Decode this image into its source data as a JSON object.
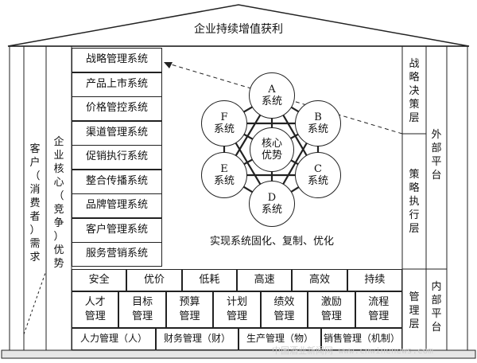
{
  "roof_title": "企业持续增值获利",
  "left_columns": {
    "customer": "客户（消费者）需求",
    "core": "企业核心（竞争）优势"
  },
  "systems": [
    "战略管理系统",
    "产品上市系统",
    "价格管控系统",
    "渠道管理系统",
    "促销执行系统",
    "整合传播系统",
    "品牌管理系统",
    "客户管理系统",
    "服务营销系统"
  ],
  "center": {
    "core_line1": "核心",
    "core_line2": "优势",
    "nodes": {
      "A": [
        "A",
        "系统"
      ],
      "B": [
        "B",
        "系统"
      ],
      "C": [
        "C",
        "系统"
      ],
      "D": [
        "D",
        "系统"
      ],
      "E": [
        "E",
        "系统"
      ],
      "F": [
        "F",
        "系统"
      ]
    },
    "caption": "实现系统固化、复制、优化"
  },
  "right_layers": {
    "strategy_decision": "战略决策层",
    "strategy_execution": "策略执行层",
    "management": "管理层",
    "external_platform": "外部平台",
    "internal_platform": "内部平台"
  },
  "attributes": [
    "安全",
    "优价",
    "低耗",
    "高速",
    "高效",
    "持续"
  ],
  "management_items": [
    [
      "人才",
      "管理"
    ],
    [
      "目标",
      "管理"
    ],
    [
      "预算",
      "管理"
    ],
    [
      "计划",
      "管理"
    ],
    [
      "绩效",
      "管理"
    ],
    [
      "激励",
      "管理"
    ],
    [
      "流程",
      "管理"
    ]
  ],
  "base_items": [
    "人力管理（人）",
    "财务管理（财）",
    "生产管理（物）",
    "销售管理（机制）"
  ],
  "watermark": "中国酒业新闻网 www.cnwinenews.com",
  "colors": {
    "line": "#222222",
    "base": "#e6e6e6",
    "watermark": "#cfcfcf"
  }
}
